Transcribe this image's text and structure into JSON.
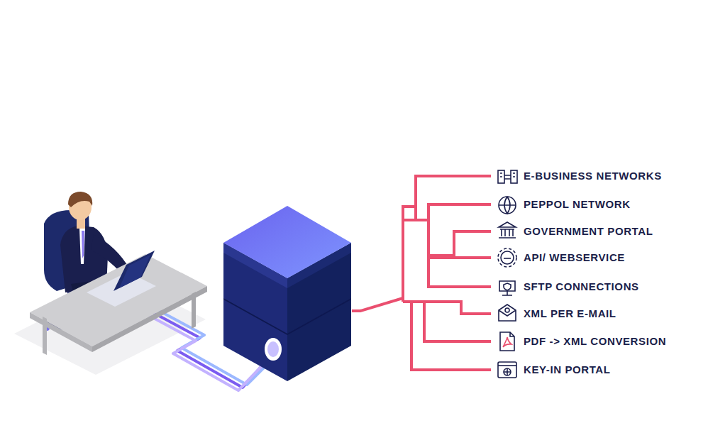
{
  "diagram": {
    "labels": [
      "E-BUSINESS NETWORKS",
      "PEPPOL NETWORK",
      "GOVERNMENT PORTAL",
      "API/ WEBSERVICE",
      "SFTP CONNECTIONS",
      "XML PER E-MAIL",
      "PDF -> XML CONVERSION",
      "KEY-IN PORTAL"
    ]
  }
}
